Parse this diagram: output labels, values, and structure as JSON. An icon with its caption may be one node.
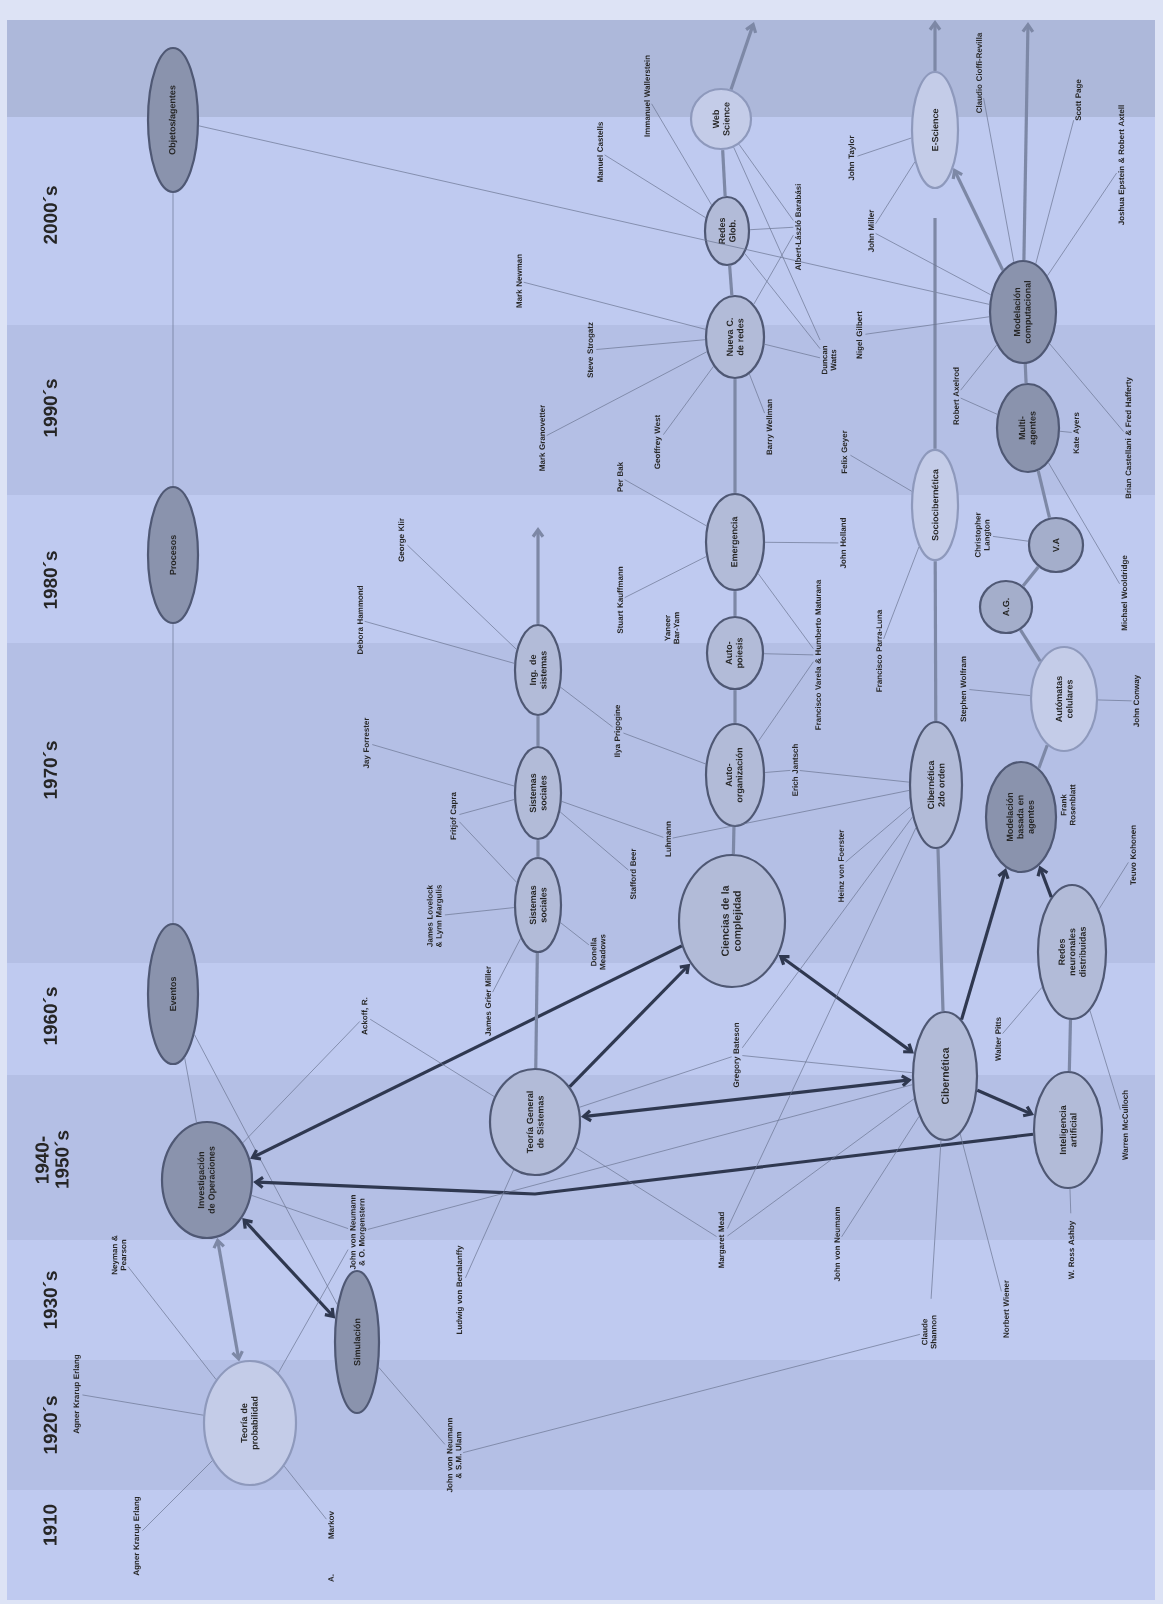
{
  "diagram": {
    "nodes": [
      {
        "text": [
          "Objetos/agentes"
        ]
      },
      {
        "text": [
          "Procesos"
        ]
      },
      {
        "text": [
          "Eventos"
        ]
      },
      {
        "text": [
          "Investigación de Operaciones"
        ]
      },
      {
        "text": [
          "Teoría de probabilidad"
        ]
      },
      {
        "text": [
          "Simulación"
        ]
      },
      {
        "text": [
          "Teoría General de Sistemas"
        ]
      },
      {
        "text": [
          "Sistemas sociales"
        ]
      },
      {
        "text": [
          "Sistemas sociales"
        ]
      },
      {
        "text": [
          "Ing. de sistemas"
        ]
      },
      {
        "text": [
          "Ciencias de la complejidad"
        ]
      },
      {
        "text": [
          "Auto-organización"
        ]
      },
      {
        "text": [
          "Auto-poiesis"
        ]
      },
      {
        "text": [
          "Emergencia"
        ]
      },
      {
        "text": [
          "Nueva C. de redes"
        ]
      },
      {
        "text": [
          "Redes Glob."
        ]
      },
      {
        "text": [
          "Web Science"
        ]
      },
      {
        "text": [
          "Cibernética"
        ]
      },
      {
        "text": [
          "Cibernética 2do orden"
        ]
      },
      {
        "text": [
          "Sociocibernética"
        ]
      },
      {
        "text": [
          "E-Science"
        ]
      },
      {
        "text": [
          "Inteligencia artificial"
        ]
      },
      {
        "text": [
          "Redes neuronales distribuidas"
        ]
      },
      {
        "text": [
          "Modelación basada en agentes"
        ]
      },
      {
        "text": [
          "Autómatas celulares"
        ]
      },
      {
        "text": [
          "A.G."
        ]
      },
      {
        "text": [
          "V.A"
        ]
      },
      {
        "text": [
          "Multi-agentes"
        ]
      },
      {
        "text": [
          "Modelación computacional"
        ]
      },
      {
        "text": [
          "Manuel Castells"
        ]
      },
      {
        "text": [
          "Immanuel Wallerstein"
        ]
      },
      {
        "text": [
          "Mark Newman"
        ]
      },
      {
        "text": [
          "Steve Strogatz"
        ]
      },
      {
        "text": [
          "Mark Granovetter"
        ]
      },
      {
        "text": [
          "Geoffrey West"
        ]
      },
      {
        "text": [
          "Barry Wellman"
        ]
      },
      {
        "text": [
          "Duncan Watts"
        ]
      },
      {
        "text": [
          "Albert-László Barabási"
        ]
      },
      {
        "text": [
          "Nigel Gilbert"
        ]
      },
      {
        "text": [
          "John Miller"
        ]
      },
      {
        "text": [
          "John Taylor"
        ]
      },
      {
        "text": [
          "Claudio Cioffi-Revilla"
        ]
      },
      {
        "text": [
          "Scott Page"
        ]
      },
      {
        "text": [
          "Joshua Epstein & Robert Axtell"
        ]
      },
      {
        "text": [
          "Robert Axelrod"
        ]
      },
      {
        "text": [
          "Kate Ayers"
        ]
      },
      {
        "text": [
          "Brian Castellani & Fred Hafferty"
        ]
      },
      {
        "text": [
          "Michael Wooldridge"
        ]
      },
      {
        "text": [
          "Christopher Langton"
        ]
      },
      {
        "text": [
          "Stephen Wolfram"
        ]
      },
      {
        "text": [
          "John Conway"
        ]
      },
      {
        "text": [
          "Teuvo Kohonen"
        ]
      },
      {
        "text": [
          "Walter Pitts"
        ]
      },
      {
        "text": [
          "Warren McCulloch"
        ]
      },
      {
        "text": [
          "W. Ross Ashby"
        ]
      },
      {
        "text": [
          "Norbert Wiener"
        ]
      },
      {
        "text": [
          "Claude Shannon"
        ]
      },
      {
        "text": [
          "John von Neumann"
        ]
      },
      {
        "text": [
          "Margaret Mead"
        ]
      },
      {
        "text": [
          "Gregory Bateson"
        ]
      },
      {
        "text": [
          "Heinz von Foerster"
        ]
      },
      {
        "text": [
          "Francisco Parra-Luna"
        ]
      },
      {
        "text": [
          "Felix Geyer"
        ]
      },
      {
        "text": [
          "Francisco Varela & Humberto Maturana"
        ]
      },
      {
        "text": [
          "John Holland"
        ]
      },
      {
        "text": [
          "Erich Jantsch"
        ]
      },
      {
        "text": [
          "Luhmann"
        ]
      },
      {
        "text": [
          "Stafford Beer"
        ]
      },
      {
        "text": [
          "Ilya Prigogine"
        ]
      },
      {
        "text": [
          "Stuart Kauffmann"
        ]
      },
      {
        "text": [
          "Per Bak"
        ]
      },
      {
        "text": [
          "George Klir"
        ]
      },
      {
        "text": [
          "Debora Hammond"
        ]
      },
      {
        "text": [
          "Jay Forrester"
        ]
      },
      {
        "text": [
          "Fritjof Capra"
        ]
      },
      {
        "text": [
          "James Lovelock & Lynn Margulis"
        ]
      },
      {
        "text": [
          "James Grier Miller"
        ]
      },
      {
        "text": [
          "Donella Meadows"
        ]
      },
      {
        "text": [
          "Ackoff, R."
        ]
      },
      {
        "text": [
          "Ludwig von Bertalanffy"
        ]
      },
      {
        "text": [
          "John von Neumann & O. Morgenstern"
        ]
      },
      {
        "text": [
          "John von Neumann & S.M. Ulam"
        ]
      },
      {
        "text": [
          "Neyman & Pearson"
        ]
      },
      {
        "text": [
          "Agner Krarup Erlang"
        ]
      },
      {
        "text": [
          "Agner Krarup Erlang"
        ]
      },
      {
        "text": [
          "Markov"
        ]
      }
    ],
    "edges": [
      {
        "from": 0,
        "to": 1,
        "arrow": "none"
      },
      {
        "from": 1,
        "to": 2,
        "arrow": "none"
      },
      {
        "from": 2,
        "to": 3,
        "arrow": "none"
      },
      {
        "from": 2,
        "to": 5,
        "arrow": "none"
      },
      {
        "from": 0,
        "to": 28,
        "arrow": "none"
      },
      {
        "from": 10,
        "to": 3,
        "arrow": "to",
        "style": "thick",
        "color": "#2f3850"
      },
      {
        "from": 21,
        "to": 3,
        "arrow": "to",
        "style": "thick",
        "color": "#2f3850"
      },
      {
        "from": 6,
        "to": 10,
        "arrow": "to",
        "style": "thick",
        "color": "#2f3850"
      },
      {
        "from": 17,
        "to": 6,
        "arrow": "both",
        "style": "thick",
        "color": "#2f3850"
      },
      {
        "from": 17,
        "to": 10,
        "arrow": "both",
        "style": "thick",
        "color": "#2f3850"
      },
      {
        "from": 17,
        "to": 23,
        "arrow": "to",
        "style": "thick",
        "color": "#2f3850"
      },
      {
        "from": 17,
        "to": 21,
        "arrow": "to",
        "style": "thick",
        "color": "#2f3850"
      },
      {
        "from": 22,
        "to": 23,
        "arrow": "to",
        "style": "thick",
        "color": "#2f3850"
      },
      {
        "from": 28,
        "to": 20,
        "arrow": "to",
        "style": "thick"
      },
      {
        "from": 3,
        "to": 5,
        "arrow": "both",
        "style": "thick",
        "color": "#2f3850"
      },
      {
        "from": 3,
        "to": 4,
        "arrow": "both",
        "style": "thick"
      },
      {
        "from": 6,
        "to": 7,
        "arrow": "none",
        "style": "thick"
      },
      {
        "from": 7,
        "to": 8,
        "arrow": "none",
        "style": "thick"
      },
      {
        "from": 8,
        "to": 9,
        "arrow": "none",
        "style": "thick"
      },
      {
        "from": 9,
        "to": null,
        "arrow": "to",
        "style": "thick"
      },
      {
        "from": 10,
        "to": 11,
        "arrow": "none",
        "style": "thick"
      },
      {
        "from": 11,
        "to": 12,
        "arrow": "none",
        "style": "thick"
      },
      {
        "from": 12,
        "to": 13,
        "arrow": "none",
        "style": "thick"
      },
      {
        "from": 13,
        "to": 14,
        "arrow": "none",
        "style": "thick"
      },
      {
        "from": 14,
        "to": 15,
        "arrow": "none",
        "style": "thick"
      },
      {
        "from": 15,
        "to": 16,
        "arrow": "none",
        "style": "thick"
      },
      {
        "from": 16,
        "to": null,
        "arrow": "to",
        "style": "thick"
      },
      {
        "from": 17,
        "to": 18,
        "arrow": "none",
        "style": "thick"
      },
      {
        "from": 18,
        "to": 19,
        "arrow": "none",
        "style": "thick"
      },
      {
        "from": 19,
        "to": null,
        "arrow": "none",
        "style": "thick"
      },
      {
        "from": 20,
        "to": null,
        "arrow": "to",
        "style": "thick"
      },
      {
        "from": 28,
        "to": null,
        "arrow": "to",
        "style": "thick"
      },
      {
        "from": 21,
        "to": 22,
        "arrow": "none",
        "style": "thick"
      },
      {
        "from": 23,
        "to": 24,
        "arrow": "none",
        "style": "thick"
      },
      {
        "from": 24,
        "to": 25,
        "arrow": "none",
        "style": "thick"
      },
      {
        "from": 25,
        "to": 26,
        "arrow": "none",
        "style": "thick"
      },
      {
        "from": 26,
        "to": 27,
        "arrow": "none",
        "style": "thick"
      },
      {
        "from": 27,
        "to": 28,
        "arrow": "none",
        "style": "thick"
      },
      {
        "from": 29,
        "to": 15,
        "arrow": "none"
      },
      {
        "from": 30,
        "to": 15,
        "arrow": "none"
      },
      {
        "from": 31,
        "to": 14,
        "arrow": "none"
      },
      {
        "from": 32,
        "to": 14,
        "arrow": "none"
      },
      {
        "from": 33,
        "to": 14,
        "arrow": "none"
      },
      {
        "from": 34,
        "to": 14,
        "arrow": "none"
      },
      {
        "from": 35,
        "to": 14,
        "arrow": "none"
      },
      {
        "from": 36,
        "to": 14,
        "arrow": "none"
      },
      {
        "from": 36,
        "to": 15,
        "arrow": "none"
      },
      {
        "from": 36,
        "to": 16,
        "arrow": "none"
      },
      {
        "from": 37,
        "to": 15,
        "arrow": "none"
      },
      {
        "from": 37,
        "to": 14,
        "arrow": "none"
      },
      {
        "from": 37,
        "to": 16,
        "arrow": "none"
      },
      {
        "from": 38,
        "to": 28,
        "arrow": "none"
      },
      {
        "from": 39,
        "to": 28,
        "arrow": "none"
      },
      {
        "from": 39,
        "to": 20,
        "arrow": "none"
      },
      {
        "from": 40,
        "to": 20,
        "arrow": "none"
      },
      {
        "from": 41,
        "to": 28,
        "arrow": "none"
      },
      {
        "from": 42,
        "to": 28,
        "arrow": "none"
      },
      {
        "from": 43,
        "to": 28,
        "arrow": "none"
      },
      {
        "from": 44,
        "to": 28,
        "arrow": "none"
      },
      {
        "from": 44,
        "to": 27,
        "arrow": "none"
      },
      {
        "from": 45,
        "to": 27,
        "arrow": "none"
      },
      {
        "from": 46,
        "to": 28,
        "arrow": "none"
      },
      {
        "from": 47,
        "to": 27,
        "arrow": "none"
      },
      {
        "from": 48,
        "to": 26,
        "arrow": "none"
      },
      {
        "from": 49,
        "to": 24,
        "arrow": "none"
      },
      {
        "from": 50,
        "to": 24,
        "arrow": "none"
      },
      {
        "from": 51,
        "to": 22,
        "arrow": "none"
      },
      {
        "from": 52,
        "to": 22,
        "arrow": "none"
      },
      {
        "from": 53,
        "to": 22,
        "arrow": "none"
      },
      {
        "from": 54,
        "to": 21,
        "arrow": "none"
      },
      {
        "from": 55,
        "to": 17,
        "arrow": "none"
      },
      {
        "from": 56,
        "to": 17,
        "arrow": "none"
      },
      {
        "from": 56,
        "to": 81,
        "arrow": "none"
      },
      {
        "from": 57,
        "to": 17,
        "arrow": "none"
      },
      {
        "from": 58,
        "to": 17,
        "arrow": "none"
      },
      {
        "from": 58,
        "to": 6,
        "arrow": "none"
      },
      {
        "from": 58,
        "to": 18,
        "arrow": "none"
      },
      {
        "from": 59,
        "to": 17,
        "arrow": "none"
      },
      {
        "from": 59,
        "to": 6,
        "arrow": "none"
      },
      {
        "from": 59,
        "to": 18,
        "arrow": "none"
      },
      {
        "from": 60,
        "to": 18,
        "arrow": "none"
      },
      {
        "from": 61,
        "to": 19,
        "arrow": "none"
      },
      {
        "from": 62,
        "to": 19,
        "arrow": "none"
      },
      {
        "from": 63,
        "to": 12,
        "arrow": "none"
      },
      {
        "from": 63,
        "to": 13,
        "arrow": "none"
      },
      {
        "from": 63,
        "to": 11,
        "arrow": "none"
      },
      {
        "from": 64,
        "to": 13,
        "arrow": "none"
      },
      {
        "from": 65,
        "to": 11,
        "arrow": "none"
      },
      {
        "from": 65,
        "to": 18,
        "arrow": "none"
      },
      {
        "from": 66,
        "to": 8,
        "arrow": "none"
      },
      {
        "from": 66,
        "to": 18,
        "arrow": "none"
      },
      {
        "from": 67,
        "to": 8,
        "arrow": "none"
      },
      {
        "from": 68,
        "to": 11,
        "arrow": "none"
      },
      {
        "from": 68,
        "to": 9,
        "arrow": "none"
      },
      {
        "from": 69,
        "to": 13,
        "arrow": "none"
      },
      {
        "from": 70,
        "to": 13,
        "arrow": "none"
      },
      {
        "from": 71,
        "to": 9,
        "arrow": "none"
      },
      {
        "from": 72,
        "to": 9,
        "arrow": "none"
      },
      {
        "from": 73,
        "to": 8,
        "arrow": "none"
      },
      {
        "from": 74,
        "to": 7,
        "arrow": "none"
      },
      {
        "from": 74,
        "to": 8,
        "arrow": "none"
      },
      {
        "from": 75,
        "to": 7,
        "arrow": "none"
      },
      {
        "from": 76,
        "to": 7,
        "arrow": "none"
      },
      {
        "from": 77,
        "to": 7,
        "arrow": "none"
      },
      {
        "from": 78,
        "to": 3,
        "arrow": "none"
      },
      {
        "from": 78,
        "to": 6,
        "arrow": "none"
      },
      {
        "from": 79,
        "to": 6,
        "arrow": "none"
      },
      {
        "from": 80,
        "to": 3,
        "arrow": "none"
      },
      {
        "from": 80,
        "to": 17,
        "arrow": "none"
      },
      {
        "from": 80,
        "to": 4,
        "arrow": "none"
      },
      {
        "from": 81,
        "to": 5,
        "arrow": "none"
      },
      {
        "from": 82,
        "to": 4,
        "arrow": "none"
      },
      {
        "from": 83,
        "to": 4,
        "arrow": "none"
      },
      {
        "from": 84,
        "to": 4,
        "arrow": "none"
      },
      {
        "from": 85,
        "to": 4,
        "arrow": "none"
      }
    ],
    "labels": [
      "2000´s",
      "1990´s",
      "1980´s",
      "1970´s",
      "1960´s",
      "1940- 1950´s",
      "1930´s",
      "1920´s",
      "1910",
      "Yaneer Bar-Yam",
      "Frank Rosenblatt",
      "A."
    ]
  }
}
